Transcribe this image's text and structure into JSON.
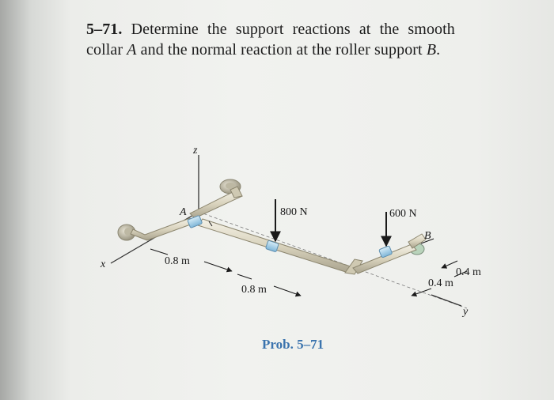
{
  "problem": {
    "number": "5–71.",
    "line1_rest": "Determine the support reactions at the smooth",
    "line2_pre": "collar ",
    "line2_a": "A",
    "line2_mid": " and the normal reaction at the roller support ",
    "line2_b": "B",
    "line2_end": "."
  },
  "figure": {
    "axis_x": "x",
    "axis_y": "y",
    "axis_z": "z",
    "point_a": "A",
    "point_b": "B",
    "force_1": "800 N",
    "force_2": "600 N",
    "dim_1": "0.8 m",
    "dim_2": "0.8 m",
    "dim_3": "0.4 m",
    "dim_4": "0.4 m",
    "caption": "Prob. 5–71",
    "colors": {
      "pipe": "#d9d3bd",
      "collar": "#9ecbe6",
      "caption": "#3a73ad"
    }
  }
}
